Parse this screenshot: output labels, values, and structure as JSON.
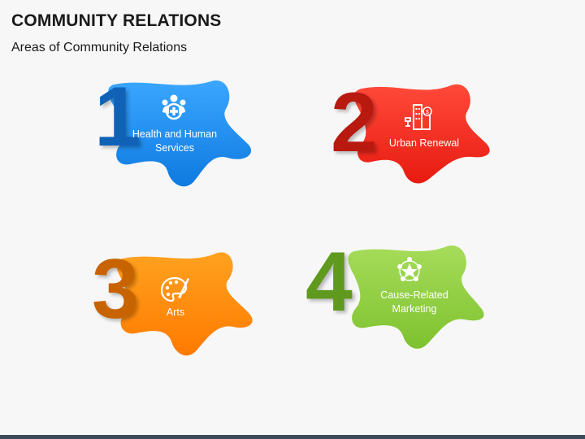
{
  "header": {
    "title": "COMMUNITY RELATIONS",
    "subtitle": "Areas of Community Relations"
  },
  "items": [
    {
      "number": "1",
      "label": "Health and Human Services",
      "color": "#1a8cf0",
      "dark": "#0f62b6",
      "icon": "health-services-icon"
    },
    {
      "number": "2",
      "label": "Urban Renewal",
      "color": "#ff2a1f",
      "dark": "#b81a10",
      "icon": "urban-building-icon"
    },
    {
      "number": "3",
      "label": "Arts",
      "color": "#ff8a00",
      "dark": "#c86400",
      "icon": "art-palette-icon"
    },
    {
      "number": "4",
      "label": "Cause-Related Marketing",
      "color": "#8cc63f",
      "dark": "#5f9a1f",
      "icon": "community-star-icon"
    }
  ]
}
